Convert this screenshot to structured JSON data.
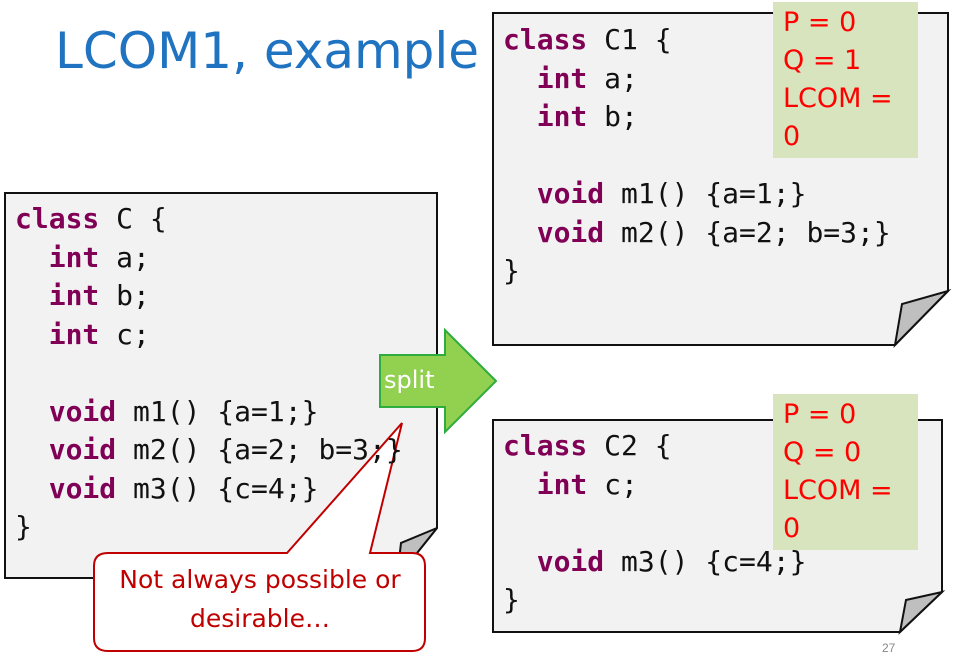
{
  "title": "LCOM1, example",
  "original_class": {
    "lines": [
      {
        "kw": "class",
        "rest": " C {"
      },
      {
        "kw": "  int",
        "rest": " a;"
      },
      {
        "kw": "  int",
        "rest": " b;"
      },
      {
        "kw": "  int",
        "rest": " c;"
      },
      {
        "kw": "",
        "rest": " "
      },
      {
        "kw": "  void",
        "rest": " m1() {a=1;}"
      },
      {
        "kw": "  void",
        "rest": " m2() {a=2; b=3;}"
      },
      {
        "kw": "  void",
        "rest": " m3() {c=4;}"
      },
      {
        "kw": "",
        "rest": "}"
      }
    ]
  },
  "class_c1": {
    "lines": [
      {
        "kw": "class",
        "rest": " C1 {"
      },
      {
        "kw": "  int",
        "rest": " a;"
      },
      {
        "kw": "  int",
        "rest": " b;"
      },
      {
        "kw": "",
        "rest": " "
      },
      {
        "kw": "  void",
        "rest": " m1() {a=1;}"
      },
      {
        "kw": "  void",
        "rest": " m2() {a=2; b=3;}"
      },
      {
        "kw": "",
        "rest": "}"
      }
    ],
    "metrics": [
      "P = 0",
      "Q = 1",
      "LCOM = 0"
    ]
  },
  "class_c2": {
    "lines": [
      {
        "kw": "class",
        "rest": " C2 {"
      },
      {
        "kw": "  int",
        "rest": " c;"
      },
      {
        "kw": "",
        "rest": " "
      },
      {
        "kw": "  void",
        "rest": " m3() {c=4;}"
      },
      {
        "kw": "",
        "rest": "}"
      }
    ],
    "metrics": [
      "P = 0",
      "Q = 0",
      "LCOM = 0"
    ]
  },
  "split_label": "split",
  "callout_text": "Not always possible or desirable…",
  "page_number": "27",
  "colors": {
    "title": "#1f73c0",
    "keyword": "#7f0055",
    "metrics": "#ff0000",
    "metrics_bg": "#d7e4bd",
    "arrow": "#92d050",
    "callout": "#c00000"
  }
}
